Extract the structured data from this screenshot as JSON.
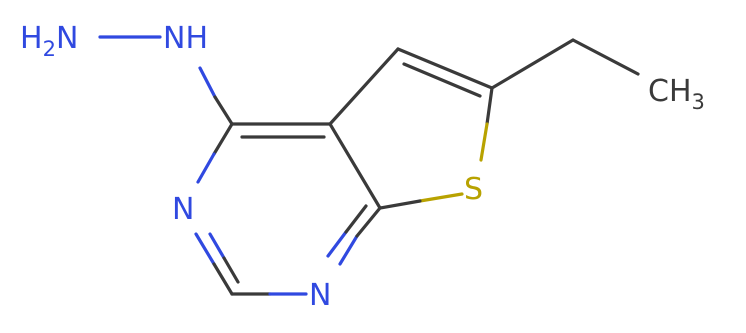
{
  "molecule": {
    "labels": {
      "nh2": {
        "main": "H",
        "sub": "2",
        "tail": "N"
      },
      "nh": "NH",
      "n_upper": "N",
      "n_lower": "N",
      "s": "S",
      "ch3": {
        "main": "CH",
        "sub": "3"
      }
    }
  },
  "colors": {
    "carbon": "#3a3a3a",
    "nitrogen": "#3049e0",
    "sulfur": "#b8a200"
  }
}
